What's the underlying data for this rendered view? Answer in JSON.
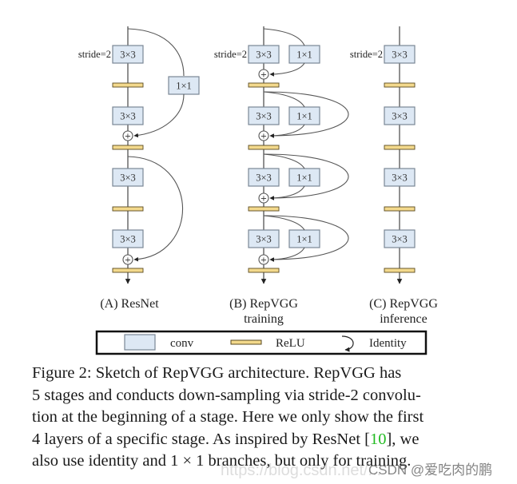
{
  "figure": {
    "columns": [
      {
        "id": "A",
        "label_line1": "(A) ResNet",
        "label_line2": "",
        "stride_label": "stride=2",
        "blocks": [
          {
            "conv": "3×3",
            "branch": null
          },
          {
            "conv": "3×3",
            "branch": null
          },
          {
            "conv": "3×3",
            "branch": null
          },
          {
            "conv": "3×3",
            "branch": null
          }
        ],
        "shortcut_label": "1×1"
      },
      {
        "id": "B",
        "label_line1": "(B) RepVGG",
        "label_line2": "training",
        "stride_label": "stride=2",
        "blocks": [
          {
            "conv": "3×3",
            "branch": "1×1",
            "identity": false
          },
          {
            "conv": "3×3",
            "branch": "1×1",
            "identity": true
          },
          {
            "conv": "3×3",
            "branch": "1×1",
            "identity": true
          },
          {
            "conv": "3×3",
            "branch": "1×1",
            "identity": true
          }
        ]
      },
      {
        "id": "C",
        "label_line1": "(C) RepVGG",
        "label_line2": "inference",
        "stride_label": "stride=2",
        "blocks": [
          {
            "conv": "3×3"
          },
          {
            "conv": "3×3"
          },
          {
            "conv": "3×3"
          },
          {
            "conv": "3×3"
          }
        ]
      }
    ],
    "legend": {
      "conv": "conv",
      "relu": "ReLU",
      "identity": "Identity"
    },
    "colors": {
      "conv_fill": "#dde8f4",
      "conv_border": "#7a8795",
      "relu_fill": "#f3d98c",
      "relu_border": "#5a4a20",
      "line": "#555555",
      "citation": "#22bb22"
    }
  },
  "caption": {
    "line1": "Figure 2:  Sketch of RepVGG architecture.  RepVGG has",
    "line2": "5 stages and conducts down-sampling via stride-2 convolu-",
    "line3": "tion at the beginning of a stage. Here we only show the first",
    "line4_pre": "4 layers of a specific stage. As inspired by ResNet [",
    "line4_cite": "10",
    "line4_post": "], we",
    "line5": "also use identity and 1 × 1 branches, but only for training."
  },
  "watermark": {
    "url": "https://blog.csdn.net/...",
    "author": "CSDN @爱吃肉的鹏"
  }
}
